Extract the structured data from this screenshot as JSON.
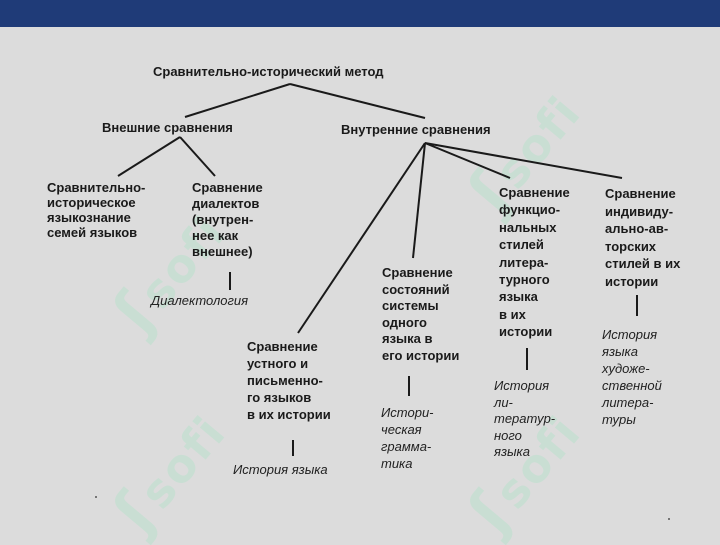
{
  "colors": {
    "topbar": "#1f3b78",
    "background": "#dcdcdc",
    "watermark": "#c7dfd3"
  },
  "watermark": {
    "text": "sofi",
    "icon": "sofi-logo-mark"
  },
  "diagram": {
    "root": "Сравнительно-исторический метод",
    "external": {
      "label": "Внешние сравнения",
      "children": [
        {
          "label": "Сравнительно-\nисторическое\nязыкознание\nсемей языков"
        },
        {
          "label": "Сравнение\nдиалектов\n(внутрен-\nнее как\nвнешнее)",
          "discipline": "Диалектология"
        }
      ]
    },
    "internal": {
      "label": "Внутренние сравнения",
      "children": [
        {
          "label": "Сравнение\nустного и\nписьменно-\nго языков\nв их истории",
          "discipline": "История языка"
        },
        {
          "label": "Сравнение\nсостояний\nсистемы\nодного\nязыка в\nего истории",
          "discipline": "Истори-\nческая\nграмма-\nтика"
        },
        {
          "label": "Сравнение\nфункцио-\nнальных\nстилей\nлитера-\nтурного\nязыка\nв их\nистории",
          "discipline": "История\nли-\nтератур-\nного\nязыка"
        },
        {
          "label": "Сравнение\nиндивиду-\nально-ав-\nторских\nстилей в их\nистории",
          "discipline": "История\nязыка\nхудоже-\nственной\nлитера-\nтуры"
        }
      ]
    }
  }
}
